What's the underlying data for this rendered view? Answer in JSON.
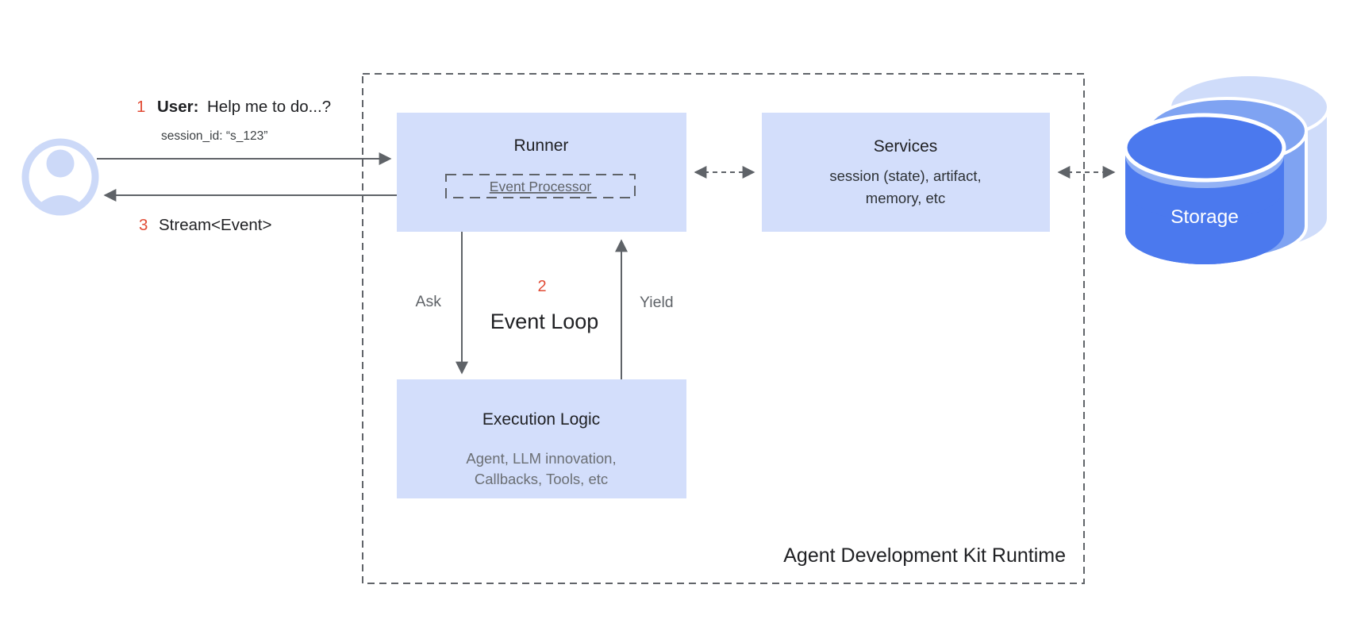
{
  "diagram": {
    "user_flow": {
      "step1_num": "1",
      "step1_bold": "User:",
      "step1_text": "Help me to do...?",
      "session_id": "session_id: “s_123”",
      "step3_num": "3",
      "step3_text": "Stream<Event>"
    },
    "runtime": {
      "title": "Agent Development Kit Runtime",
      "runner": {
        "title": "Runner",
        "event_processor_label": "Event Processor"
      },
      "services": {
        "title": "Services",
        "subtitle_line1": "session (state), artifact,",
        "subtitle_line2": "memory, etc"
      },
      "execution_logic": {
        "title": "Execution Logic",
        "subtitle_line1": "Agent, LLM innovation,",
        "subtitle_line2": "Callbacks, Tools, etc"
      },
      "event_loop": {
        "step_num": "2",
        "label": "Event Loop",
        "ask_label": "Ask",
        "yield_label": "Yield"
      }
    },
    "storage": {
      "label": "Storage"
    },
    "colors": {
      "box_fill": "#d3defb",
      "accent_red": "#e14b35",
      "text_dark": "#202124",
      "text_gray": "#5f6368",
      "arrow_gray": "#5f6368",
      "cylinder_front": "#4b79ee",
      "cylinder_rim": "#93b2f5",
      "cylinder_middle": "#7fa3f2",
      "cylinder_back": "#cfdcfa",
      "avatar_blue": "#ccd9f8",
      "background": "#ffffff"
    }
  }
}
